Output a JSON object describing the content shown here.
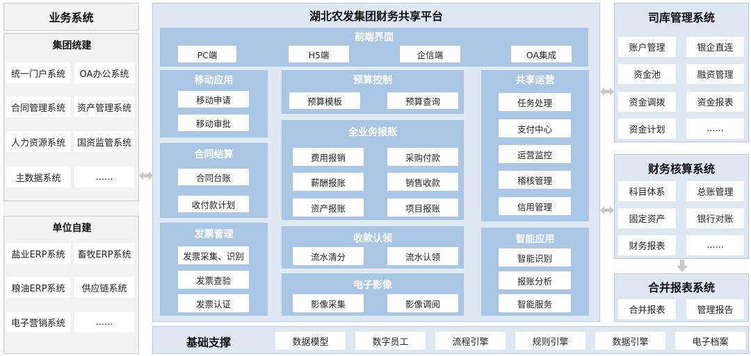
{
  "left": {
    "title": "业务系统",
    "group1": {
      "title": "集团统建",
      "items": [
        "统一门户系统",
        "OA办公系统",
        "合同管理系统",
        "资产管理系统",
        "人力资源系统",
        "国资监管系统",
        "主数据系统",
        "......"
      ]
    },
    "group2": {
      "title": "单位自建",
      "items": [
        "盐业ERP系统",
        "畜牧ERP系统",
        "粮油ERP系统",
        "供应链系统",
        "电子营销系统",
        "......"
      ]
    }
  },
  "center": {
    "title": "湖北农发集团财务共享平台",
    "frontend": {
      "title": "前端界面",
      "items": [
        "PC端",
        "H5端",
        "企信端",
        "OA集成"
      ]
    },
    "mobile": {
      "title": "移动应用",
      "items": [
        "移动申请",
        "移动审批"
      ]
    },
    "contract": {
      "title": "合同结算",
      "items": [
        "合同台账",
        "收付款计划"
      ]
    },
    "invoice": {
      "title": "发票管理",
      "items": [
        "发票采集、识别",
        "发票查验",
        "发票认证"
      ]
    },
    "budget": {
      "title": "预算控制",
      "items": [
        "预算模板",
        "预算查询"
      ]
    },
    "reimb": {
      "title": "全业务报账",
      "items": [
        "费用报销",
        "采购付款",
        "薪酬报账",
        "销售收款",
        "资产报账",
        "项目报账"
      ]
    },
    "receipt": {
      "title": "收款认领",
      "items": [
        "流水清分",
        "流水认领"
      ]
    },
    "image": {
      "title": "电子影像",
      "items": [
        "影像采集",
        "影像调阅"
      ]
    },
    "ops": {
      "title": "共享运营",
      "items": [
        "任务处理",
        "支付中心",
        "运营监控",
        "稽核管理",
        "信用管理"
      ]
    },
    "smart": {
      "title": "智能应用",
      "items": [
        "智能识别",
        "报账分析",
        "智能服务"
      ]
    }
  },
  "base": {
    "title": "基础支撑",
    "items": [
      "数据模型",
      "数字员工",
      "流程引擎",
      "规则引擎",
      "数据引擎",
      "电子档案"
    ]
  },
  "treasury": {
    "title": "司库管理系统",
    "items": [
      "账户管理",
      "银企直连",
      "资金池",
      "融资管理",
      "资金调拨",
      "资金报表",
      "资金计划",
      "......"
    ]
  },
  "accounting": {
    "title": "财务核算系统",
    "items": [
      "科目体系",
      "总账管理",
      "固定资产",
      "银行对账",
      "财务报表",
      "......"
    ]
  },
  "consol": {
    "title": "合并报表系统",
    "items": [
      "合并报表",
      "管理报告"
    ]
  }
}
